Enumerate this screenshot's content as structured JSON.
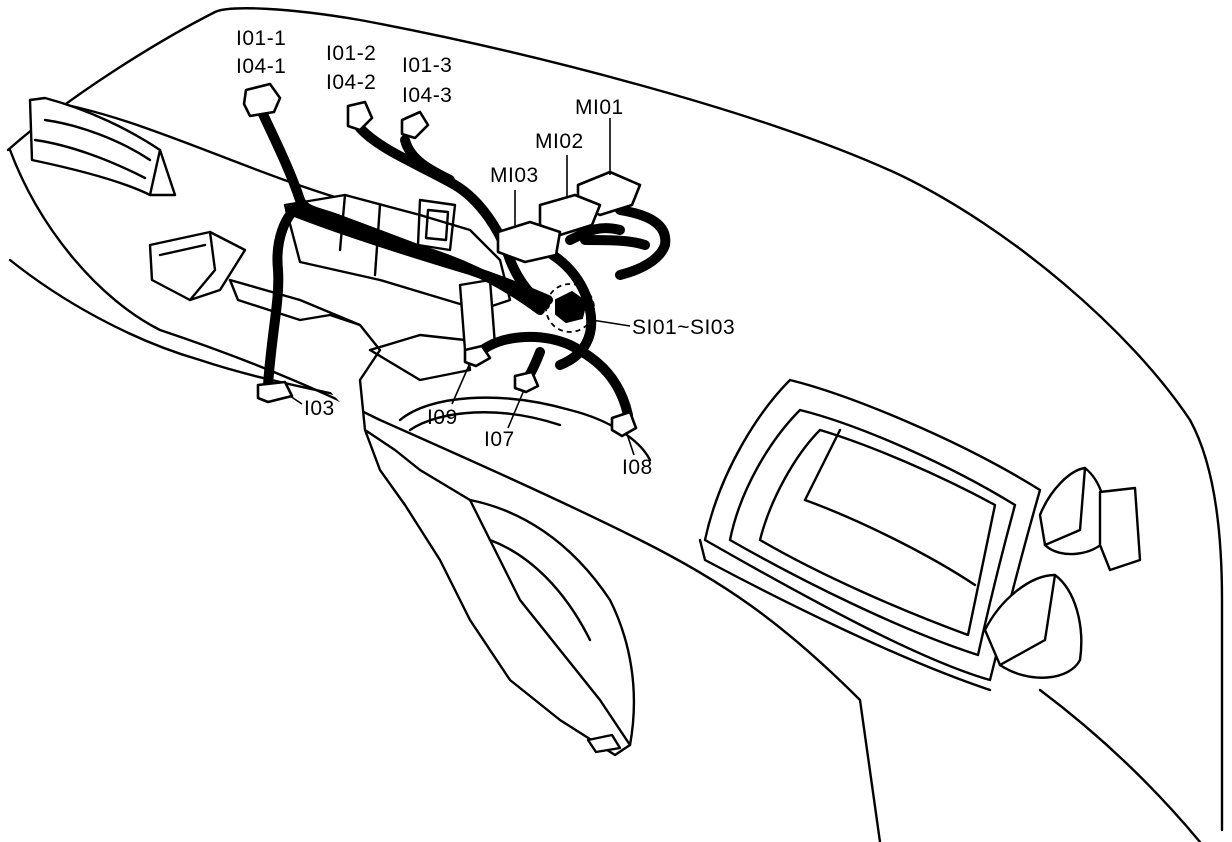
{
  "labels": {
    "i01_1": "I01-1",
    "i04_1": "I04-1",
    "i01_2": "I01-2",
    "i04_2": "I04-2",
    "i01_3": "I01-3",
    "i04_3": "I04-3",
    "mi01": "MI01",
    "mi02": "MI02",
    "mi03": "MI03",
    "si01_si03": "SI01~SI03",
    "i03": "I03",
    "i09": "I09",
    "i07": "I07",
    "i08": "I08"
  }
}
